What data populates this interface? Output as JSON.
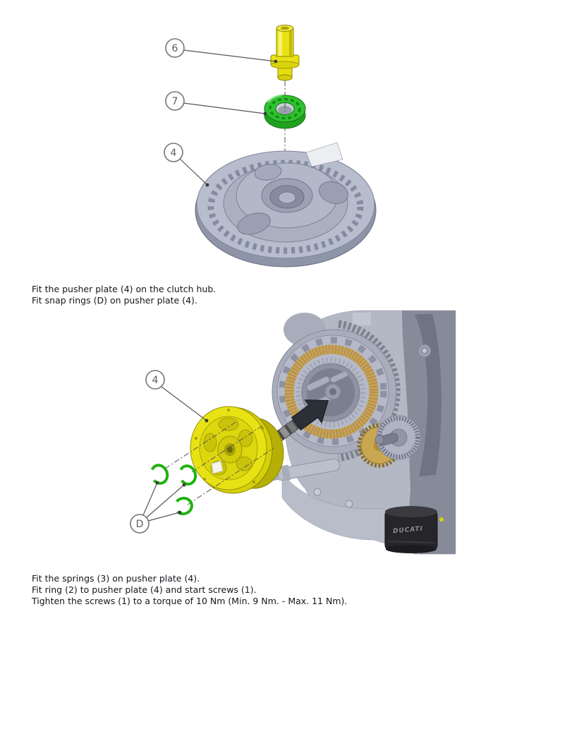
{
  "figure_top": {
    "callouts": [
      {
        "label": "6",
        "part": "pusher rod"
      },
      {
        "label": "7",
        "part": "bearing"
      },
      {
        "label": "4",
        "part": "pusher plate"
      }
    ]
  },
  "instructions_1": {
    "lines": [
      "Fit the pusher plate (4) on the clutch hub.",
      "Fit snap rings (D) on pusher plate (4)."
    ]
  },
  "figure_bottom": {
    "callouts": [
      {
        "label": "4",
        "part": "pusher plate"
      },
      {
        "label": "D",
        "part": "snap rings"
      }
    ],
    "engine_brand": "DUCATI"
  },
  "instructions_2": {
    "lines": [
      "Fit the springs (3) on pusher plate (4).",
      "Fit ring (2) to pusher plate (4) and start screws (1).",
      "Tighten the screws (1) to a torque of 10 Nm (Min. 9 Nm. - Max. 11 Nm)."
    ]
  },
  "colors": {
    "highlight_yellow": "#e8e214",
    "highlight_green": "#2ec22e",
    "metal_gray": "#b4b8c4",
    "friction_tan": "#c7a258",
    "text": "#16161e"
  }
}
